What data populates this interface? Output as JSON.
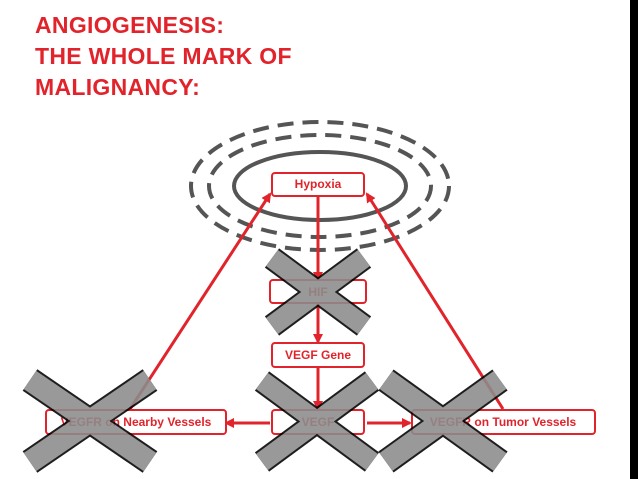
{
  "slide": {
    "title_lines": [
      "ANGIOGENESIS:",
      "THE WHOLE MARK OF",
      "MALIGNANCY:"
    ]
  },
  "diagram": {
    "nodes": {
      "hypoxia": "Hypoxia",
      "hif": "HIF",
      "vegf_gene": "VEGF Gene",
      "vegf": "VEGF",
      "vegfr_nearby": "VEGFR on Nearby Vessels",
      "vegfr_tumor": "VEGFR on Tumor Vessels"
    },
    "blocked_nodes": [
      "HIF",
      "VEGFR on Nearby Vessels",
      "VEGFR on Tumor Vessels"
    ]
  },
  "colors": {
    "accent_red": "#e1242b",
    "ellipse_grey": "#555555",
    "cross_fill": "#8c8c8c",
    "cross_outline": "#000000",
    "side_bar": "#000000"
  }
}
